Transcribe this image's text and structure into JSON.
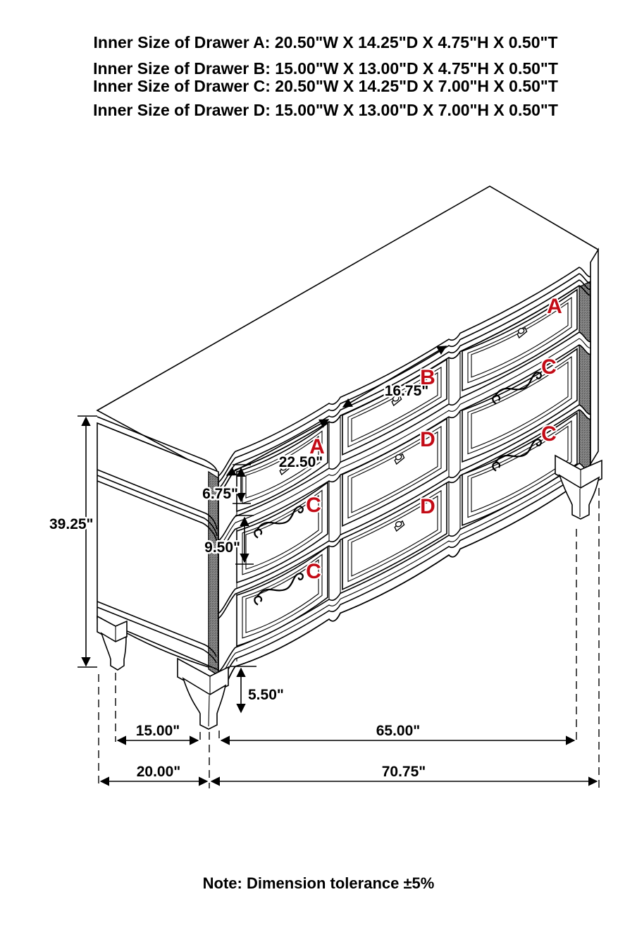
{
  "header": {
    "lines": [
      "Inner Size of Drawer A: 20.50\"W X 14.25\"D X 4.75\"H X 0.50\"T",
      "Inner Size of Drawer B: 15.00\"W X 13.00\"D X 4.75\"H X 0.50\"T",
      "Inner Size of Drawer C: 20.50\"W X 14.25\"D X 7.00\"H X 0.50\"T",
      "Inner Size of Drawer D: 15.00\"W X 13.00\"D X 7.00\"H X 0.50\"T"
    ]
  },
  "diagram": {
    "drawer_marks": [
      "A",
      "C",
      "C",
      "B",
      "D",
      "D",
      "A",
      "C",
      "C"
    ],
    "dims": {
      "height": "39.25\"",
      "row1_height": "6.75\"",
      "row_pitch": "9.50\"",
      "leg_height": "5.50\"",
      "drawer_a_width": "22.50\"",
      "drawer_b_width": "16.75\"",
      "depth_between_legs": "15.00\"",
      "width_between_legs": "65.00\"",
      "depth_overall": "20.00\"",
      "width_overall": "70.75\""
    },
    "colors": {
      "accent_red": "#c30b16",
      "line": "#000000"
    }
  },
  "note": {
    "text": "Note: Dimension tolerance ±5%"
  }
}
